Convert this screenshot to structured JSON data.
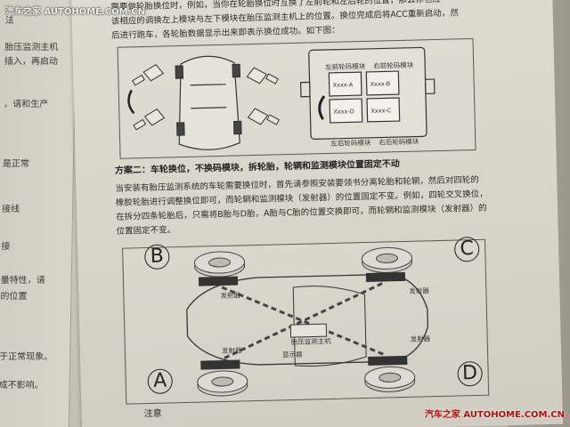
{
  "watermark": {
    "top_left": "汽车之家 AUTOHOME.COM.CN",
    "bottom_right": "汽车之家 AUTOHOME.COM.CN"
  },
  "left_page_lines": [
    "法",
    "胎压监测主机",
    "插入，再启动",
    "，请和生产",
    "是正常",
    "接线",
    "接",
    "量特性，请",
    "的位置",
    "于正常现象。",
    "成不影响。"
  ],
  "intro_lines": [
    "需要做轮胎换位时，例如，当你在轮胎换位时互换了左前轮和左后轮的位置，那么你也应",
    "该相应的调换左上模块与左下模块在胎压监测主机上的位置。换位完成后将ACC重新启动，然",
    "后进行跑车，各轮胎数据显示出来即表示换位成功。如下图："
  ],
  "figure1": {
    "labels": {
      "front_left": "左前轮码模块",
      "front_right": "右前轮码模块",
      "rear_left": "左后轮码模块",
      "rear_right": "右后轮码模块"
    },
    "module_codes": [
      "Xxxx-A",
      "Xxxx-B",
      "Xxxx-D",
      "Xxxx-C"
    ]
  },
  "scheme2_heading": "方案二：车轮换位，不换码模块，拆轮胎，轮辋和监测模块位置固定不动",
  "scheme2_lines": [
    "当安装有胎压监测系统的车轮需要换位时，首先请参照安装要领书分离轮胎和轮辋，然后对四轮的",
    "橡胶轮胎进行调整换位即可，而轮辋和监测模块（发射器）的位置固定不变。例如，四轮交叉换位，",
    "在拆分四条轮胎后，只需将B胎与D胎，A胎与C胎的位置交换即可，而轮辋和监测模块（发射器）的",
    "位置固定不变。"
  ],
  "figure2": {
    "wheels": [
      "A",
      "B",
      "C",
      "D"
    ],
    "transmitter_label": "发射器",
    "host_label": "胎压监测主机",
    "display_label": "显示器"
  },
  "note_label": "注意"
}
